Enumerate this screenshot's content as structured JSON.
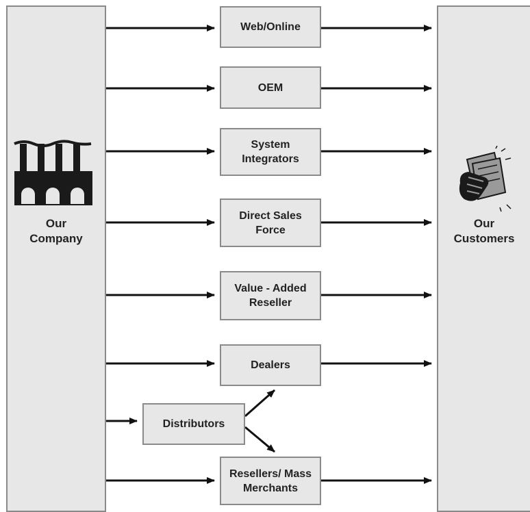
{
  "left_entity": {
    "label": "Our\nCompany",
    "icon": "factory-icon"
  },
  "right_entity": {
    "label": "Our\nCustomers",
    "icon": "money-hand-icon"
  },
  "channels": [
    {
      "id": "web-online",
      "label": "Web/Online"
    },
    {
      "id": "oem",
      "label": "OEM"
    },
    {
      "id": "system-integrators",
      "label": "System\nIntegrators"
    },
    {
      "id": "direct-sales-force",
      "label": "Direct Sales\nForce"
    },
    {
      "id": "value-added-reseller",
      "label": "Value - Added\nReseller"
    },
    {
      "id": "dealers",
      "label": "Dealers"
    },
    {
      "id": "resellers-mass-merchants",
      "label": "Resellers/ Mass\nMerchants"
    }
  ],
  "intermediary": {
    "id": "distributors",
    "label": "Distributors"
  },
  "colors": {
    "box_fill": "#e7e7e7",
    "box_border": "#8a8a8a",
    "arrow": "#111111",
    "icon": "#1a1a1a"
  }
}
